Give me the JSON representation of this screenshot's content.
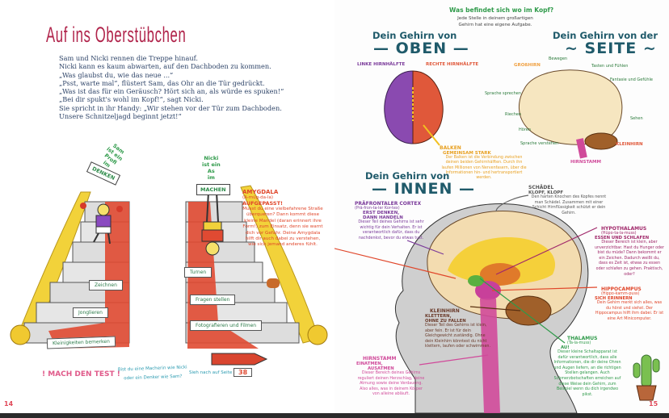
{
  "left_page": {
    "title": "Auf ins Oberstübchen",
    "story": [
      "Sam und Nicki rennen die Treppe hinauf.",
      "Nicki kann es kaum abwarten, auf den Dachboden zu kommen.",
      "„Was glaubst du, wie das neue ...“",
      "„Psst, warte mal“, flüstert Sam, das Ohr an die Tür gedrückt.",
      "„Was ist das für ein Geräusch? Hört sich an, als würde es spuken!“",
      "„Bei dir spukt's wohl im Kopf!“, sagt Nicki.",
      "Sie spricht in ihr Handy: „Wir stehen vor der Tür zum Dachboden.",
      "Unsere Schnitzeljagd beginnt jetzt!“"
    ],
    "sam": {
      "lines": [
        "Sam",
        "ist ein",
        "Profi",
        "im"
      ],
      "sign": "DENKEN"
    },
    "nicki": {
      "lines": [
        "Nicki",
        "ist ein",
        "As",
        "im"
      ],
      "sign": "MACHEN"
    },
    "steps_left": [
      "Zeichnen",
      "Jonglieren",
      "Kleinigkeiten bemerken"
    ],
    "steps_right": [
      "Turnen",
      "Fragen stellen",
      "Fotografieren und Filmen"
    ],
    "amygdala": {
      "name": "AMYGDALA",
      "pron": "(A-müg-da-la)",
      "heading": "AUFGEPASST!",
      "text": "Musst du eine vielbefahrene Straße überqueren? Dann kommt diese kleine Mandel (daran erinnert ihre Form!) zum Einsatz, denn sie warnt dich vor Gefahr. Deine Amygdala hilft dir auch dabei zu verstehen, wie sich jemand anderes fühlt."
    },
    "test": {
      "label": "! MACH DEN TEST !",
      "question_1": "Bist du eine Macherin wie Nicki",
      "question_2": "oder ein Denker wie Sam?",
      "see_page": "Sieh nach auf Seite",
      "page_ref": "38"
    },
    "page_number": "14"
  },
  "right_page": {
    "intro": {
      "heading": "Was befindet sich wo im Kopf?",
      "line1": "Jede Stelle in deinem großartigen",
      "line2": "Gehirn hat eine eigene Aufgabe."
    },
    "top_view": {
      "heading": "Dein Gehirn von",
      "big": "— OBEN —",
      "left_half": "LINKE HIRNHÄLFTE",
      "right_half": "RECHTE HIRNHÄLFTE"
    },
    "side_view": {
      "heading": "Dein Gehirn von der",
      "big": "~ SEITE ~",
      "grosshirn": "GROßHIRN",
      "kleinhirn": "KLEINHIRN",
      "hirnstamm": "HIRNSTAMM",
      "functions": {
        "bewegen": "Bewegen",
        "tasten": "Tasten und Fühlen",
        "fantasie": "Fantasie und Gefühle",
        "sprechen": "Sprache sprechen",
        "riechen": "Riechen",
        "hoeren": "Hören",
        "sehen": "Sehen",
        "verstehen": "Sprache verstehen"
      }
    },
    "balken": {
      "name": "BALKEN",
      "heading": "GEMEINSAM STARK",
      "text": "Der Balken ist die Verbindung zwischen deinen beiden Gehirnhälften. Durch ihn laufen Millionen von Nervenfasern, über die Informationen hin- und hertransportiert werden."
    },
    "inside_view": {
      "heading": "Dein Gehirn von",
      "big": "— INNEN —"
    },
    "cortex": {
      "name": "PRÄFRONTALER CORTEX",
      "pron": "(Prä-fron-ta-ler Kor-tex)",
      "heading1": "ERST DENKEN,",
      "heading2": "DANN HANDELN",
      "text": "Dieser Teil deines Gehirns ist sehr wichtig für dein Verhalten. Er ist verantwortlich dafür, dass du nachdenkst, bevor du etwas tust."
    },
    "schaedel": {
      "name": "SCHÄDEL",
      "heading": "KLOPF, KLOPF",
      "text": "Den harten Knochen des Kopfes nennt man Schädel. Zusammen mit einer Schicht Hirnflüssigkeit schützt er dein Gehirn."
    },
    "hypothalamus": {
      "name": "HYPOTHALAMUS",
      "pron": "(Hüpo-ta-la-muss)",
      "heading": "ESSEN UND SCHLAFEN",
      "text": "Dieser Bereich ist klein, aber unverzichtbar. Hast du Hunger oder bist du müde? Dann bekommt er ein Zeichen. Dadurch weißt du, dass es Zeit ist, etwas zu essen oder schlafen zu gehen. Praktisch, oder?"
    },
    "hippocampus": {
      "name": "HIPPOCAMPUS",
      "pron": "(Hippo-kamm-puss)",
      "heading": "SICH ERINNERN",
      "text": "Dein Gehirn merkt sich alles, was du hörst und siehst. Der Hippocampus hilft ihm dabei. Er ist eine Art Minicomputer."
    },
    "thalamus": {
      "name": "THALAMUS",
      "pron": "(Ta-la-muss)",
      "heading": "AU!",
      "text": "Dieser kleine Schaltapparat ist dafür verantwortlich, dass alle Informationen, die dir deine Ohren und Augen liefern, an die richtigen Stellen gelangen. Auch Schmerzbotschaften erreichen auf diese Weise dein Gehirn, zum Beispiel wenn du dich irgendwo pikst."
    },
    "kleinhirn": {
      "name": "KLEINHIRN",
      "heading1": "KLETTERN,",
      "heading2": "OHNE ZU FALLEN",
      "text": "Dieser Teil des Gehirns ist klein, aber fein. Er ist für dein Gleichgewicht zuständig. Ohne dein Kleinhirn könntest du nicht klettern, laufen oder schwimmen."
    },
    "hirnstamm": {
      "name": "HIRNSTAMM",
      "heading1": "EINATMEN,",
      "heading2": "AUSATMEN",
      "text": "Dieser Bereich deines Gehirns reguliert deinen Herzschlag, deine Atmung sowie deine Verdauung. Also alles, was in deinem Körper von alleine abläuft."
    },
    "page_number": "15"
  },
  "colors": {
    "title": "#b0234a",
    "story": "#2e4468",
    "heading": "#1f5a6a",
    "green": "#2f9a4a",
    "red": "#e0462a",
    "purple": "#7a3a9a",
    "magenta": "#a0286a",
    "pink": "#d04a9a",
    "orange": "#e8a020"
  }
}
